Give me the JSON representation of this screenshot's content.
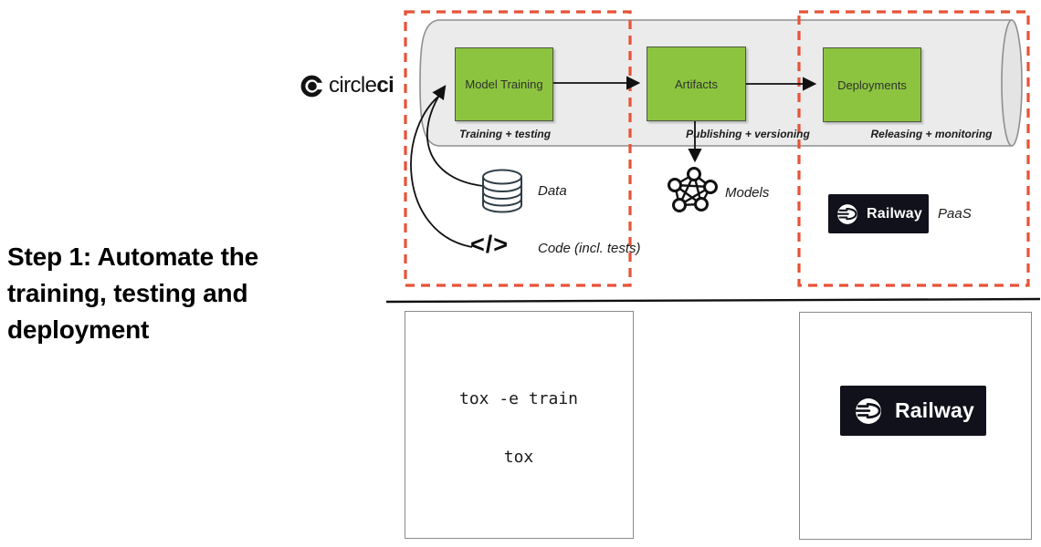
{
  "title": "Step 1: Automate the training, testing and deployment",
  "circleci": {
    "name_regular": "circle",
    "name_bold": "ci"
  },
  "pipeline": {
    "stages": [
      {
        "label": "Model Training",
        "caption": "Training + testing"
      },
      {
        "label": "Artifacts",
        "caption": "Publishing + versioning"
      },
      {
        "label": "Deployments",
        "caption": "Releasing + monitoring"
      }
    ]
  },
  "inputs_outputs": {
    "data_label": "Data",
    "models_label": "Models",
    "code_glyph": "</>",
    "code_label": "Code (incl. tests)",
    "paas_label": "PaaS"
  },
  "railway": {
    "label": "Railway"
  },
  "commands": {
    "line1": "tox -e train",
    "line2": "tox"
  },
  "icons": {
    "circleci": "circleci-mark",
    "database": "database-cylinder",
    "models": "network-graph",
    "code": "code-brackets",
    "railway": "train-front"
  },
  "colors": {
    "stage_green": "#8cc440",
    "dashed_red": "#e85237",
    "cylinder_gray": "#ebebeb",
    "railway_bg": "#10111a",
    "divider": "#111111"
  }
}
